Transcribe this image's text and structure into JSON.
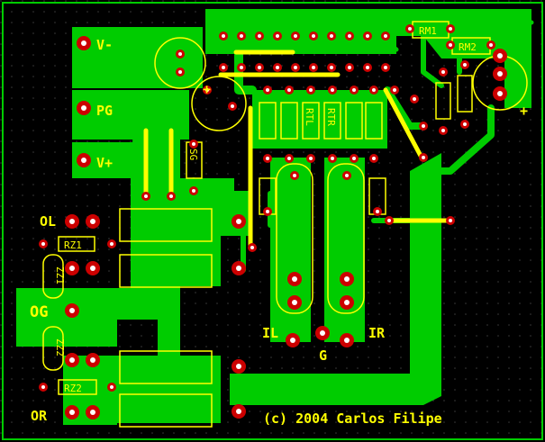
{
  "labels": {
    "v_minus": "V-",
    "pg": "PG",
    "v_plus": "V+",
    "ol": "OL",
    "og": "OG",
    "or": "OR",
    "il": "IL",
    "g": "G",
    "ir": "IR",
    "rm1": "RM1",
    "rm2": "RM2",
    "rz1": "RZ1",
    "rz2": "RZ2",
    "zz1": "ZZ1",
    "zz2": "ZZ2",
    "sg": "SG",
    "rtl": "RTL",
    "rtr": "RTR",
    "plus_left": "+",
    "plus_right": "+",
    "copyright": "(c) 2004 Carlos Filipe"
  },
  "colors": {
    "board": "#000000",
    "copper": "#00cc00",
    "silkscreen": "#ffff00",
    "pad": "#cc0000"
  }
}
